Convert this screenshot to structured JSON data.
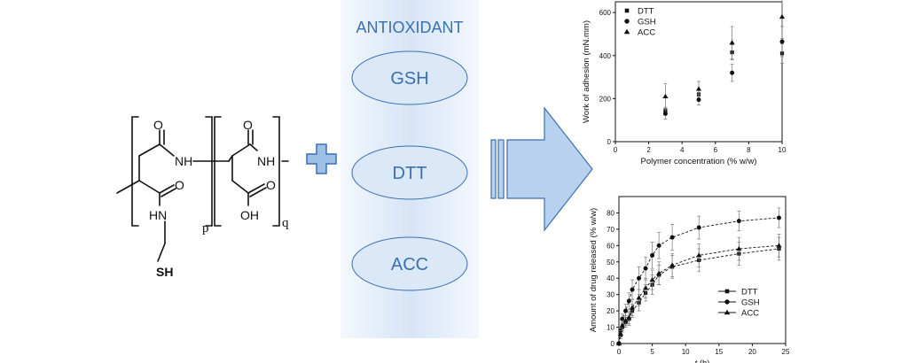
{
  "structure": {
    "labels": {
      "nh1": "NH",
      "nh2": "NH",
      "o1": "O",
      "o2": "O",
      "o3": "O",
      "o4": "O",
      "hn": "HN",
      "oh": "OH",
      "p": "p",
      "q": "q",
      "sh": "SH"
    }
  },
  "antioxidant_panel": {
    "title": "ANTIOXIDANT",
    "items": [
      "GSH",
      "DTT",
      "ACC"
    ],
    "fill_color": "#dbe8f7",
    "text_color": "#3a6fb0"
  },
  "chart_data": [
    {
      "type": "scatter",
      "title": "",
      "xlabel": "Polymer concentration (% w/w)",
      "ylabel": "Work of adhesion (mN.mm)",
      "xlim": [
        0,
        10
      ],
      "ylim": [
        0,
        650
      ],
      "xticks": [
        "0",
        "2",
        "4",
        "6",
        "8",
        "10"
      ],
      "yticks": [
        "0",
        "200",
        "400",
        "600"
      ],
      "legend": "top-left",
      "grid": false,
      "series": [
        {
          "name": "DTT",
          "marker": "square",
          "x": [
            3,
            5,
            7,
            10
          ],
          "y": [
            145,
            220,
            415,
            410
          ],
          "err": [
            15,
            20,
            35,
            45
          ]
        },
        {
          "name": "GSH",
          "marker": "circle",
          "x": [
            3,
            5,
            7,
            10
          ],
          "y": [
            130,
            195,
            320,
            465
          ],
          "err": [
            25,
            25,
            40,
            70
          ]
        },
        {
          "name": "ACC",
          "marker": "triangle",
          "x": [
            3,
            5,
            7,
            10
          ],
          "y": [
            210,
            245,
            460,
            580
          ],
          "err": [
            60,
            35,
            75,
            100
          ]
        }
      ]
    },
    {
      "type": "line",
      "title": "",
      "xlabel": "t (h)",
      "xlabel_italic": "t",
      "xlabel_rest": " (h)",
      "ylabel": "Amount of drug released (% w/w)",
      "xlim": [
        0,
        25
      ],
      "ylim": [
        0,
        90
      ],
      "xticks": [
        "0",
        "5",
        "10",
        "15",
        "20",
        "25"
      ],
      "yticks": [
        "0",
        "10",
        "20",
        "30",
        "40",
        "50",
        "60",
        "70",
        "80"
      ],
      "legend": "bottom-right",
      "grid": false,
      "series": [
        {
          "name": "DTT",
          "marker": "square",
          "x": [
            0,
            0.25,
            0.5,
            1,
            1.5,
            2,
            3,
            4,
            5,
            6,
            8,
            12,
            18,
            24
          ],
          "y": [
            0,
            5,
            10,
            13,
            15,
            20,
            25,
            31,
            36,
            42,
            47,
            51,
            55,
            58
          ],
          "err": [
            0,
            2,
            3,
            3,
            4,
            4,
            5,
            5,
            6,
            6,
            7,
            7,
            7,
            7
          ]
        },
        {
          "name": "GSH",
          "marker": "circle",
          "x": [
            0,
            0.25,
            0.5,
            1,
            1.5,
            2,
            3,
            4,
            5,
            6,
            8,
            12,
            18,
            24
          ],
          "y": [
            0,
            8,
            15,
            20,
            26,
            33,
            40,
            46,
            54,
            60,
            65,
            71,
            75,
            77
          ],
          "err": [
            0,
            2,
            3,
            4,
            5,
            6,
            7,
            7,
            8,
            8,
            8,
            7,
            6,
            6
          ]
        },
        {
          "name": "ACC",
          "marker": "triangle",
          "x": [
            0,
            0.25,
            0.5,
            1,
            1.5,
            2,
            3,
            4,
            5,
            6,
            8,
            12,
            18,
            24
          ],
          "y": [
            0,
            6,
            11,
            14,
            16,
            22,
            28,
            34,
            39,
            43,
            48,
            54,
            58,
            60
          ],
          "err": [
            0,
            2,
            3,
            3,
            4,
            5,
            5,
            6,
            6,
            7,
            7,
            7,
            7,
            7
          ]
        }
      ]
    }
  ]
}
